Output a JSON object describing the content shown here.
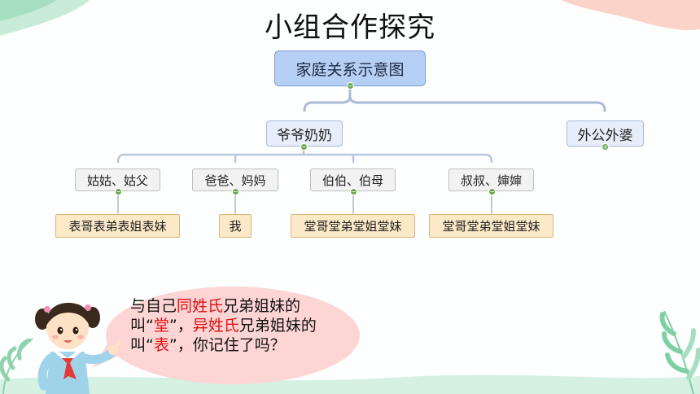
{
  "title": "小组合作探究",
  "diagram": {
    "root": "家庭关系示意图",
    "level1": [
      "爷爷奶奶",
      "外公外婆"
    ],
    "level2": [
      "姑姑、姑父",
      "爸爸、妈妈",
      "伯伯、伯母",
      "叔叔、婶婶"
    ],
    "level3": [
      "表哥表弟表姐表妹",
      "我",
      "堂哥堂弟堂姐堂妹",
      "堂哥堂弟堂姐堂妹"
    ]
  },
  "bubble": {
    "p1": "与自己",
    "h1": "同姓氏",
    "p2": "兄弟姐妹的叫“",
    "h2": "堂",
    "p3": "”，",
    "h3": "异姓氏",
    "p4": "兄弟姐妹的叫“",
    "h4": "表",
    "p5": "”，你记住了吗？"
  },
  "colors": {
    "highlight": "#e01010",
    "root_fill": "#b6cff5",
    "level1_fill": "#e8eef9",
    "level2_fill": "#f2f2f2",
    "level3_fill": "#fbe9c8",
    "connector": "#a9b9d8",
    "bubble": "#fdd5d5"
  }
}
